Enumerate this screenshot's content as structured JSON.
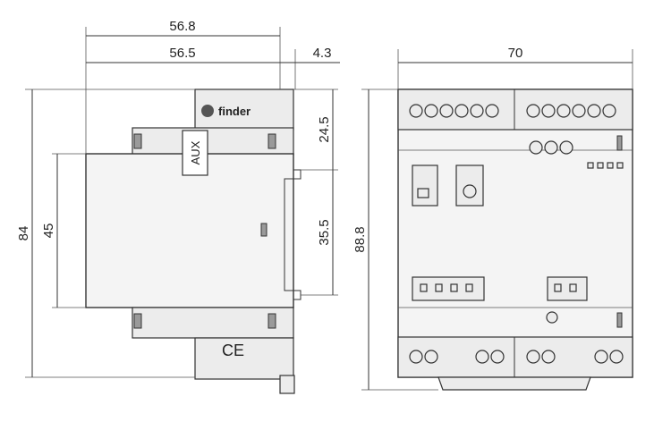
{
  "dimensions": {
    "side_width_outer": "56.8",
    "side_width_inner": "56.5",
    "side_offset": "4.3",
    "side_height_total": "84",
    "side_height_body": "45",
    "side_top": "24.5",
    "side_rail": "35.5",
    "front_height": "88.8",
    "front_width": "70"
  },
  "labels": {
    "aux": "AUX",
    "brand": "finder",
    "ce_mark": "CE"
  }
}
